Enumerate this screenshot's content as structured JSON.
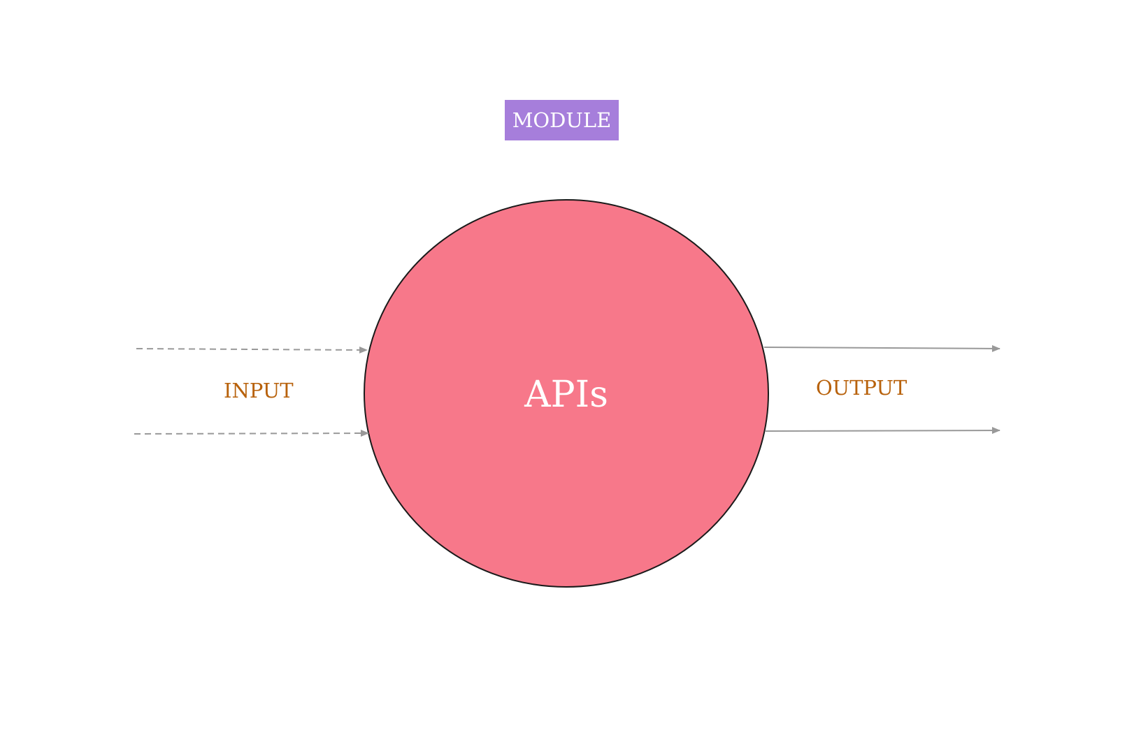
{
  "module": {
    "label": "MODULE"
  },
  "center": {
    "label": "APIs"
  },
  "input": {
    "label": "INPUT"
  },
  "output": {
    "label": "OUTPUT"
  },
  "colors": {
    "module_fill": "#a67edb",
    "circle_fill": "#f7788a",
    "circle_stroke": "#1a1a1a",
    "label_text": "#b8620c",
    "arrow": "#999999",
    "light_text": "#ffffff"
  }
}
